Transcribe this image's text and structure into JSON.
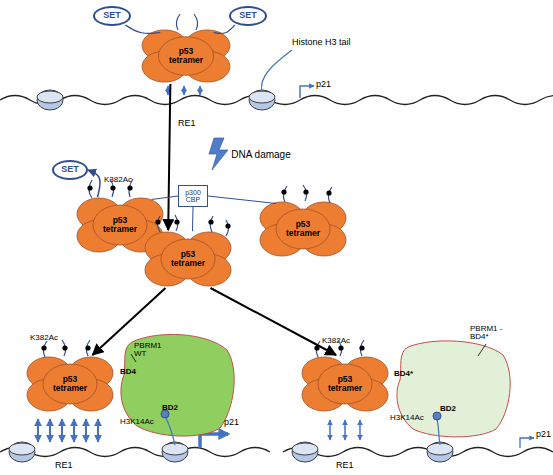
{
  "diagram": {
    "nodes": [
      {
        "text": [
          "SET"
        ]
      },
      {
        "text": [
          "SET"
        ]
      },
      {
        "text": [
          "p53 tetramer"
        ]
      },
      {
        "text": [
          "SET"
        ]
      },
      {
        "text": [
          "p300 CBP"
        ]
      },
      {
        "text": [
          "p53 tetramer"
        ]
      },
      {
        "text": [
          "p53 tetramer"
        ]
      },
      {
        "text": [
          "p53 tetramer"
        ]
      },
      {
        "text": [
          "p53 tetramer"
        ]
      },
      {
        "text": [
          "PBRM1 WT",
          "BD4",
          "BD2"
        ]
      },
      {
        "text": [
          "p53 tetramer"
        ]
      },
      {
        "text": [
          "PBRM1 -BD4*",
          "BD4*",
          "BD2"
        ]
      }
    ],
    "edges": [
      {
        "from": 0,
        "to": 2,
        "arrow": "none"
      },
      {
        "from": 1,
        "to": 2,
        "arrow": "none"
      },
      {
        "from": 2,
        "to": 6,
        "arrow": "to",
        "label": "DNA damage"
      },
      {
        "from": 5,
        "to": 3,
        "arrow": "to"
      },
      {
        "from": 4,
        "to": 5,
        "arrow": "none"
      },
      {
        "from": 4,
        "to": 6,
        "arrow": "none"
      },
      {
        "from": 4,
        "to": 7,
        "arrow": "none"
      },
      {
        "from": 6,
        "to": 8,
        "arrow": "to"
      },
      {
        "from": 6,
        "to": 10,
        "arrow": "to"
      }
    ],
    "labels": [
      "Histone H3 tail",
      "p21",
      "RE1",
      "K382Ac",
      "K382Ac",
      "p21",
      "RE1",
      "H3K14Ac",
      "K382Ac",
      "p21",
      "RE1",
      "H3K14Ac"
    ]
  }
}
